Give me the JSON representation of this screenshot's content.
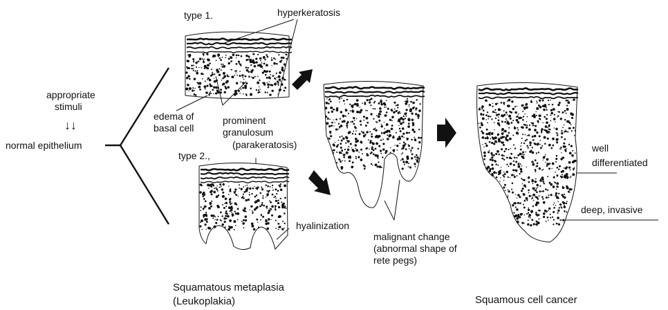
{
  "labels": {
    "stimuli_line1": "appropriate",
    "stimuli_line2": "stimuli",
    "arrows_down": "↓↓",
    "normal": "normal epithelium",
    "type1": "type 1.",
    "type2": "type 2.,",
    "hyperkeratosis": "hyperkeratosis",
    "edema1": "edema of",
    "edema2": "basal cell",
    "prominent1": "prominent",
    "prominent2": "granulosum",
    "parakeratosis": "(parakeratosis)",
    "hyalinization": "hyalinization",
    "malignant1": "malignant change",
    "malignant2": "(abnormal shape of",
    "malignant3": "rete pegs)",
    "well1": "well",
    "well2": "differentiated",
    "deep": "deep, invasive",
    "caption_left1": "Squamatous metaplasia",
    "caption_left2": "(Leukoplakia)",
    "caption_right": "Squamous cell cancer"
  },
  "colors": {
    "ink": "#111111",
    "background": "#ffffff"
  }
}
